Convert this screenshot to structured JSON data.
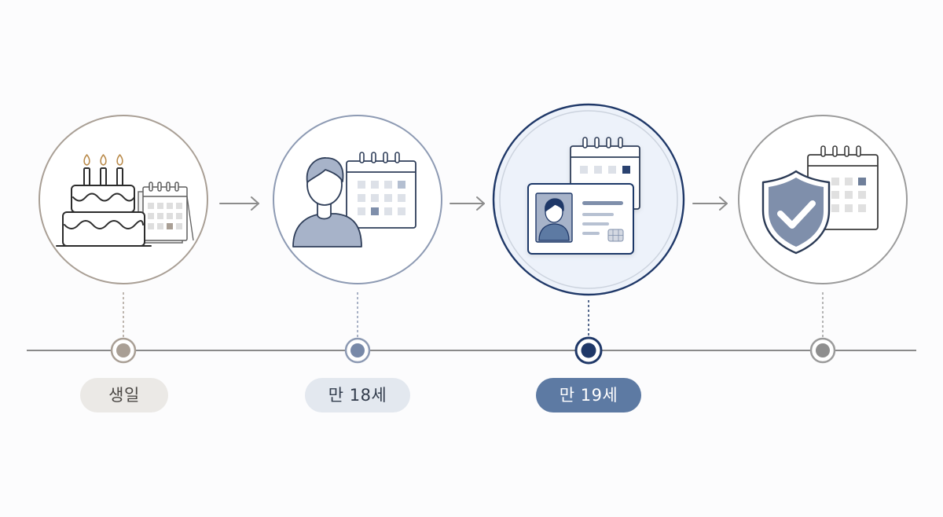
{
  "steps": [
    {
      "id": "birthday",
      "label": "생일",
      "icon": "birthday-cake-calendar-icon",
      "color": "#a99f95"
    },
    {
      "id": "age18",
      "label": "만 18세",
      "icon": "person-calendar-icon",
      "color": "#8d9ab3"
    },
    {
      "id": "age19",
      "label": "만 19세",
      "icon": "id-card-calendar-icon",
      "color": "#1f3868",
      "highlighted": true
    },
    {
      "id": "verified",
      "label": "",
      "icon": "shield-check-calendar-icon",
      "color": "#9b9b9b"
    }
  ],
  "colors": {
    "timeline": "#8a8a8a",
    "dark_navy": "#1f3868",
    "slate": "#5d7aa3",
    "beige": "#a99f95",
    "gray": "#9b9b9b"
  }
}
